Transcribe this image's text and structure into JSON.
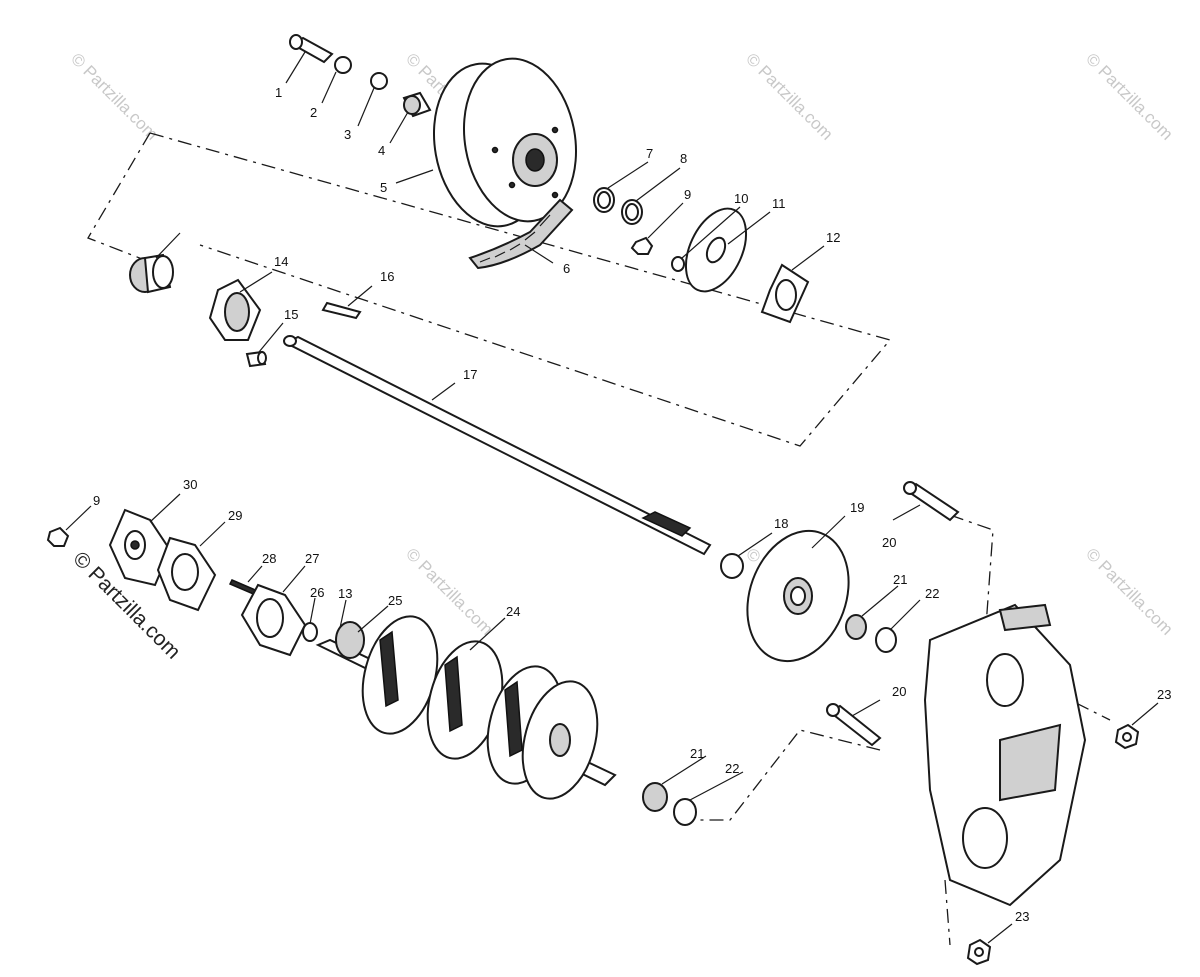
{
  "watermark": {
    "text": "© Partzilla.com"
  },
  "callouts": {
    "c1": "1",
    "c2": "2",
    "c3": "3",
    "c4": "4",
    "c5": "5",
    "c6": "6",
    "c7": "7",
    "c8": "8",
    "c9a": "9",
    "c10": "10",
    "c11": "11",
    "c12": "12",
    "c14": "14",
    "c15": "15",
    "c16": "16",
    "c17": "17",
    "c18": "18",
    "c19": "19",
    "c20a": "20",
    "c21a": "21",
    "c22a": "22",
    "c23a": "23",
    "c9b": "9",
    "c30": "30",
    "c29": "29",
    "c28": "28",
    "c27": "27",
    "c26": "26",
    "c13": "13",
    "c25": "25",
    "c24": "24",
    "c20b": "20",
    "c21b": "21",
    "c22b": "22",
    "c23b": "23"
  }
}
